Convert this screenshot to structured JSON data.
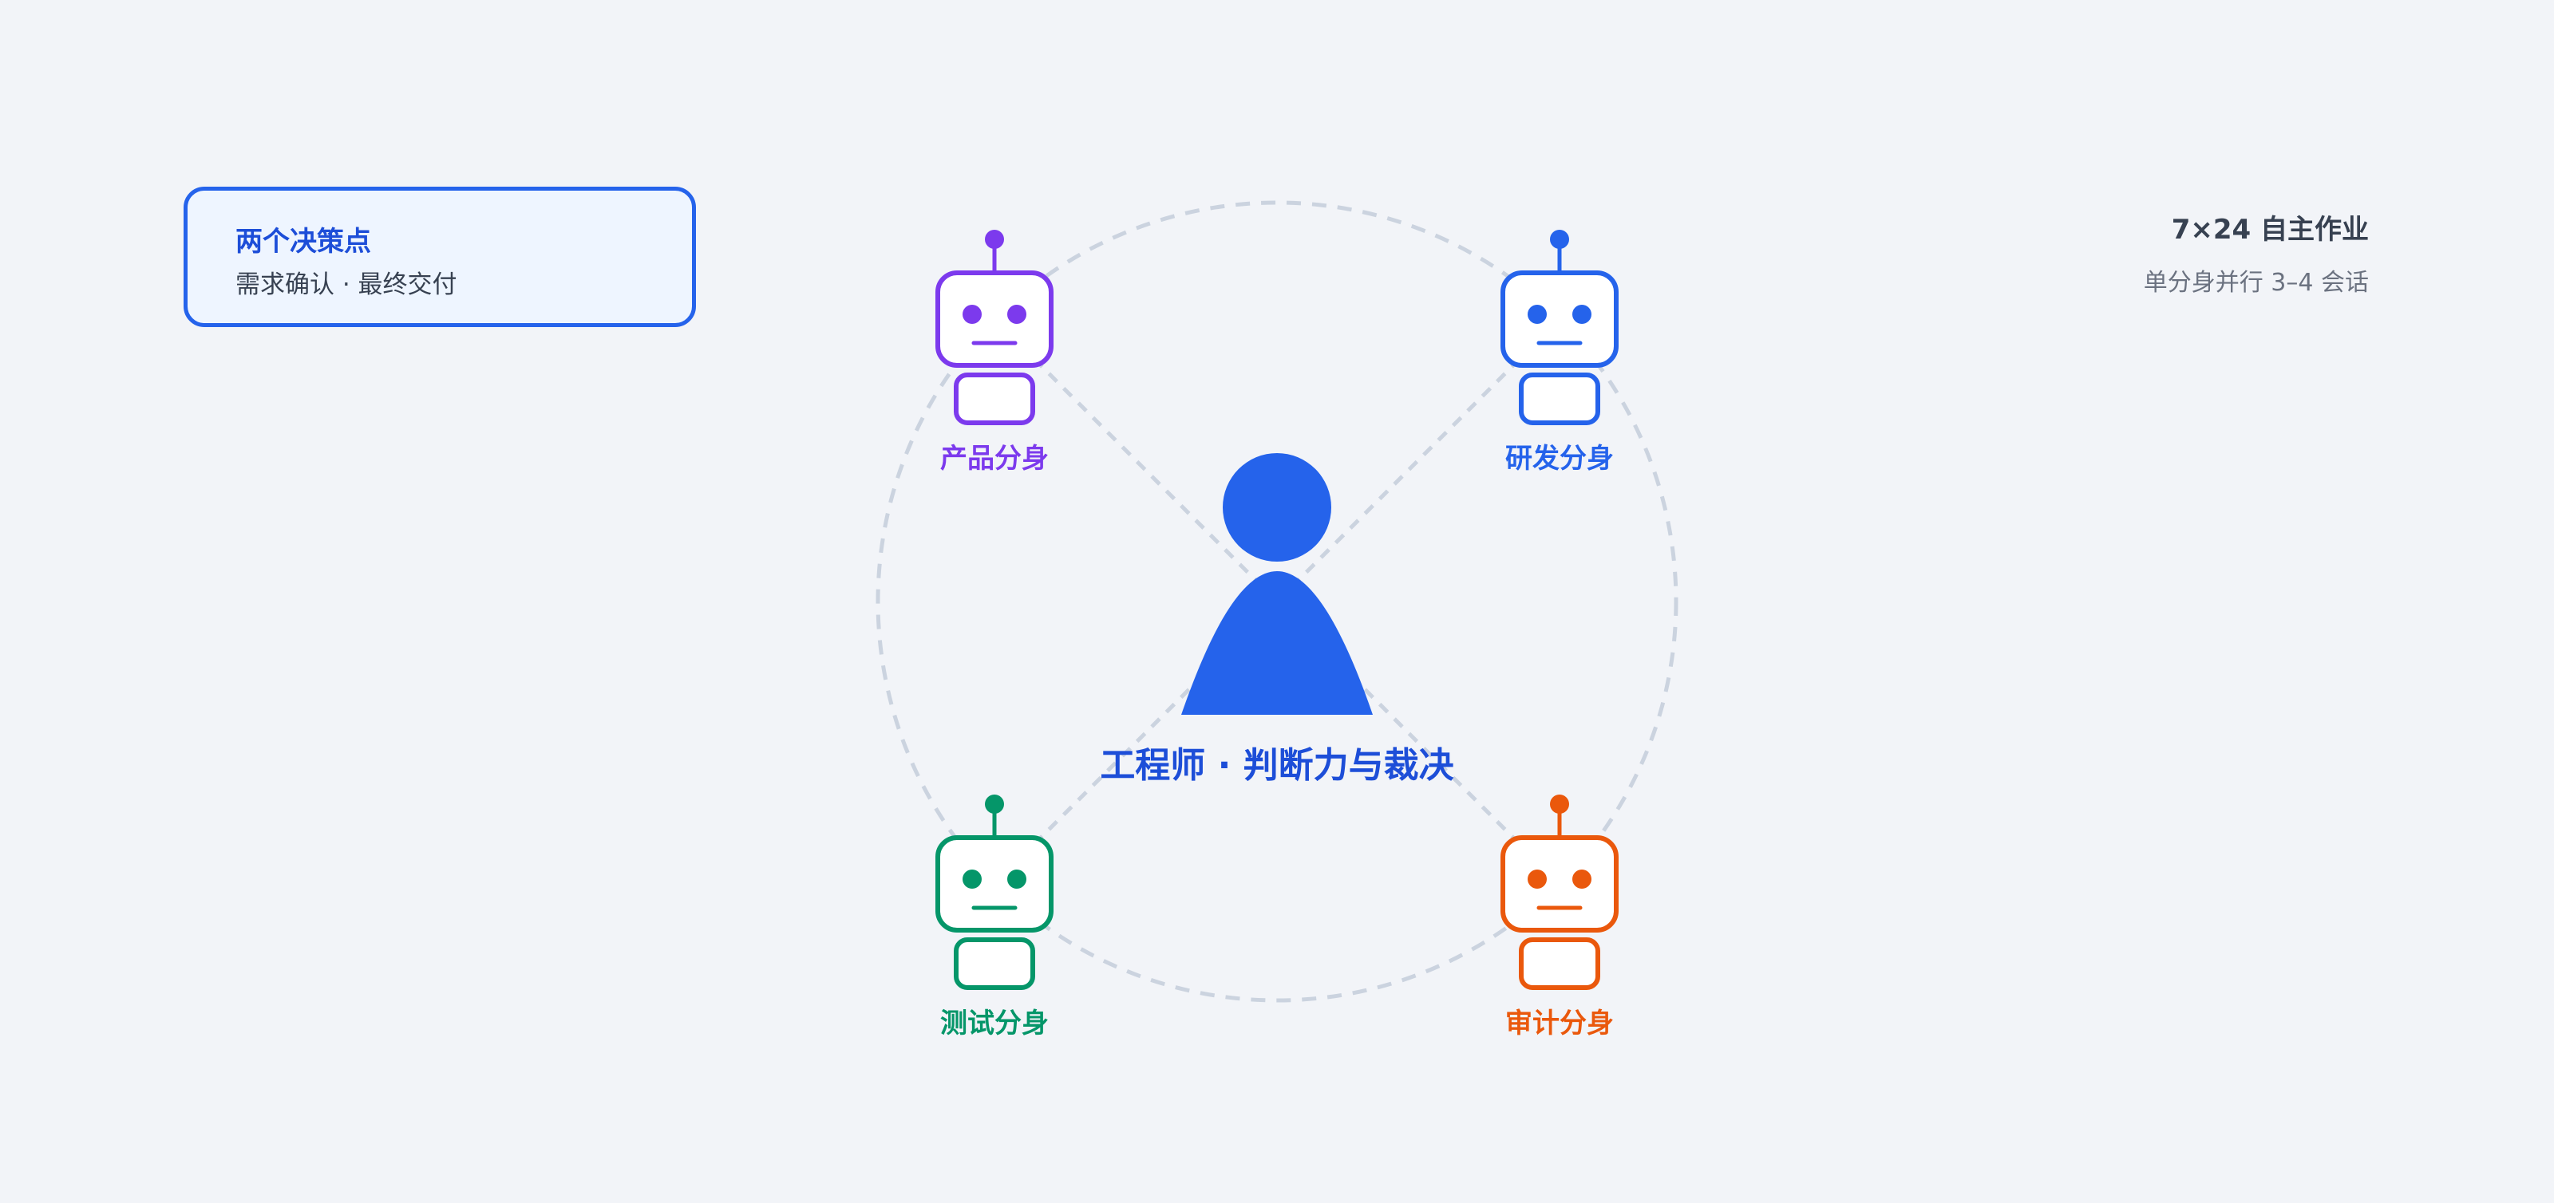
{
  "decision_card": {
    "title": "两个决策点",
    "subtitle": "需求确认 · 最终交付"
  },
  "operation": {
    "title": "7×24 自主作业",
    "subtitle": "单分身并行 3–4 会话"
  },
  "center": {
    "label": "工程师 · 判断力与裁决",
    "color": "#2563eb",
    "label_color": "#1d4ed8"
  },
  "avatars": [
    {
      "id": "product",
      "label": "产品分身",
      "color": "#7c3aed"
    },
    {
      "id": "dev",
      "label": "研发分身",
      "color": "#2563eb"
    },
    {
      "id": "test",
      "label": "测试分身",
      "color": "#059669"
    },
    {
      "id": "audit",
      "label": "审计分身",
      "color": "#ea580c"
    }
  ],
  "connector_color": "#cbd3df"
}
